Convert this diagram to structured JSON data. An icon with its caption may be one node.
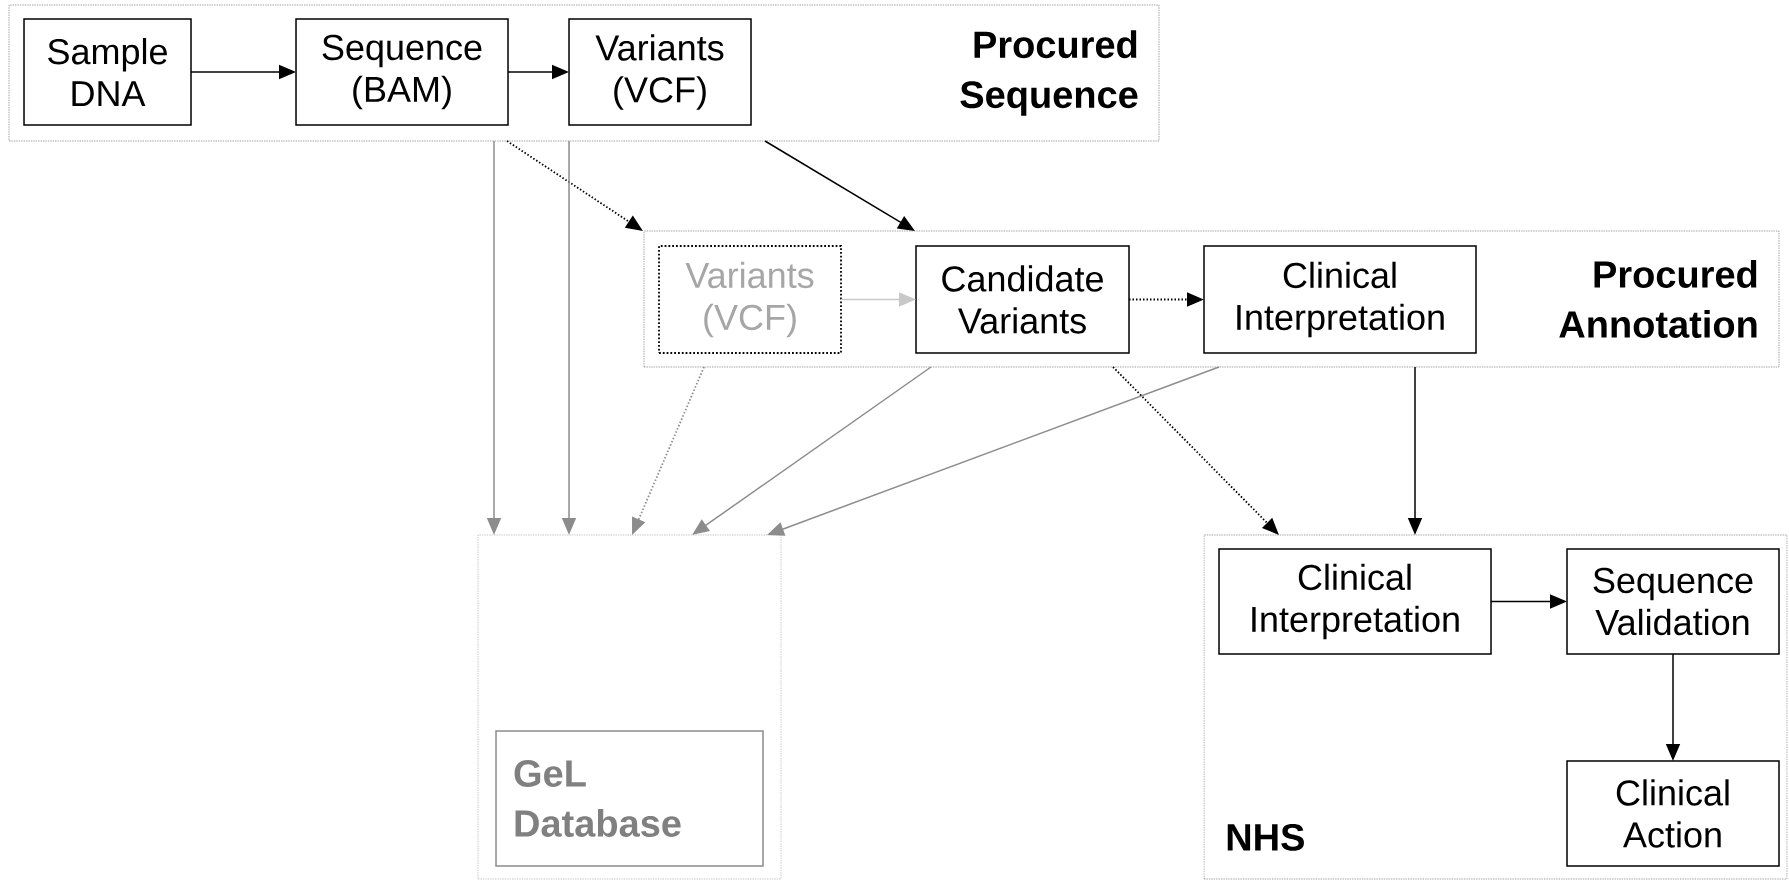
{
  "diagram": {
    "nodes": [
      {
        "text": [
          "Procured Sequence"
        ]
      },
      {
        "text": [
          "Sample DNA"
        ],
        "in": 0
      },
      {
        "text": [
          "Sequence (BAM)"
        ],
        "in": 0
      },
      {
        "text": [
          "Variants (VCF)"
        ],
        "in": 0
      },
      {
        "text": [
          "Procured Annotation"
        ]
      },
      {
        "text": [
          "Variants (VCF)"
        ],
        "in": 4
      },
      {
        "text": [
          "Candidate Variants"
        ],
        "in": 4
      },
      {
        "text": [
          "Clinical Interpretation"
        ],
        "in": 4
      },
      {
        "text": [],
        "shape": "box"
      },
      {
        "text": [
          "GeL Database"
        ],
        "in": 8
      },
      {
        "text": [
          "NHS"
        ]
      },
      {
        "text": [
          "Clinical Interpretation"
        ],
        "in": 10
      },
      {
        "text": [
          "Sequence Validation"
        ],
        "in": 10
      },
      {
        "text": [
          "Clinical Action"
        ],
        "in": 10
      }
    ],
    "edges": [
      {
        "from": 1,
        "to": 2,
        "arrow": "to"
      },
      {
        "from": 2,
        "to": 3,
        "arrow": "to"
      },
      {
        "from": 0,
        "to": 4,
        "arrow": "to",
        "style": "dashed"
      },
      {
        "from": 0,
        "to": 4,
        "arrow": "to"
      },
      {
        "from": 0,
        "to": 8,
        "arrow": "to",
        "color": "#8c8c8c"
      },
      {
        "from": 0,
        "to": 8,
        "arrow": "to",
        "color": "#8c8c8c"
      },
      {
        "from": 5,
        "to": 6,
        "arrow": "to",
        "color": "#c8c8c8"
      },
      {
        "from": 6,
        "to": 7,
        "arrow": "to",
        "style": "dashed"
      },
      {
        "from": 4,
        "to": 8,
        "arrow": "to",
        "style": "dashed",
        "color": "#8c8c8c"
      },
      {
        "from": 4,
        "to": 8,
        "arrow": "to",
        "color": "#8c8c8c"
      },
      {
        "from": 4,
        "to": 8,
        "arrow": "to",
        "color": "#8c8c8c"
      },
      {
        "from": 4,
        "to": 10,
        "arrow": "to",
        "style": "dashed"
      },
      {
        "from": 4,
        "to": 10,
        "arrow": "to"
      },
      {
        "from": 11,
        "to": 12,
        "arrow": "to"
      },
      {
        "from": 12,
        "to": 13,
        "arrow": "to"
      }
    ]
  }
}
